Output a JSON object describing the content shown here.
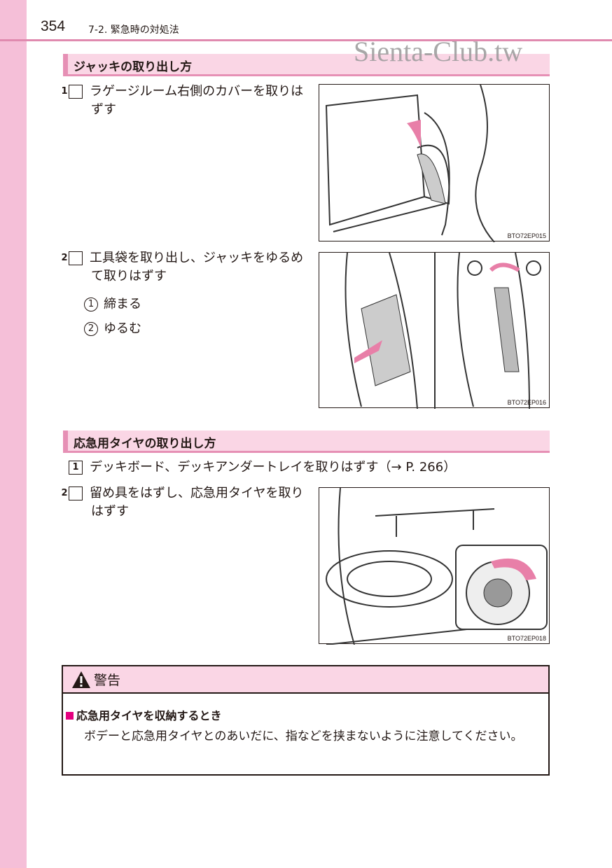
{
  "page": {
    "number": "354",
    "chapter": "7-2. 緊急時の対処法",
    "watermark": "Sienta-Club.tw"
  },
  "sections": [
    {
      "title": "ジャッキの取り出し方",
      "steps": [
        {
          "num": "1",
          "text": "ラゲージルーム右側のカバーを取りはずす",
          "figure": "BTO72EP015"
        },
        {
          "num": "2",
          "text": "工具袋を取り出し、ジャッキをゆるめて取りはずす",
          "figure": "BTO72EP016",
          "subs": [
            {
              "num": "1",
              "text": "締まる"
            },
            {
              "num": "2",
              "text": "ゆるむ"
            }
          ]
        }
      ]
    },
    {
      "title": "応急用タイヤの取り出し方",
      "steps": [
        {
          "num": "1",
          "text": "デッキボード、デッキアンダートレイを取りはずす（→ P. 266）"
        },
        {
          "num": "2",
          "text": "留め具をはずし、応急用タイヤを取りはずす",
          "figure": "BTO72EP018"
        }
      ]
    }
  ],
  "warning": {
    "title": "警告",
    "icon": "warning-triangle-icon",
    "subtitle": "応急用タイヤを収納するとき",
    "body": "ボデーと応急用タイヤとのあいだに、指などを挟まないように注意してください。"
  },
  "colors": {
    "accent": "#e690b5",
    "sidebar": "#f5bfd8",
    "header_bg": "#fad6e5",
    "bullet": "#e4007f"
  }
}
